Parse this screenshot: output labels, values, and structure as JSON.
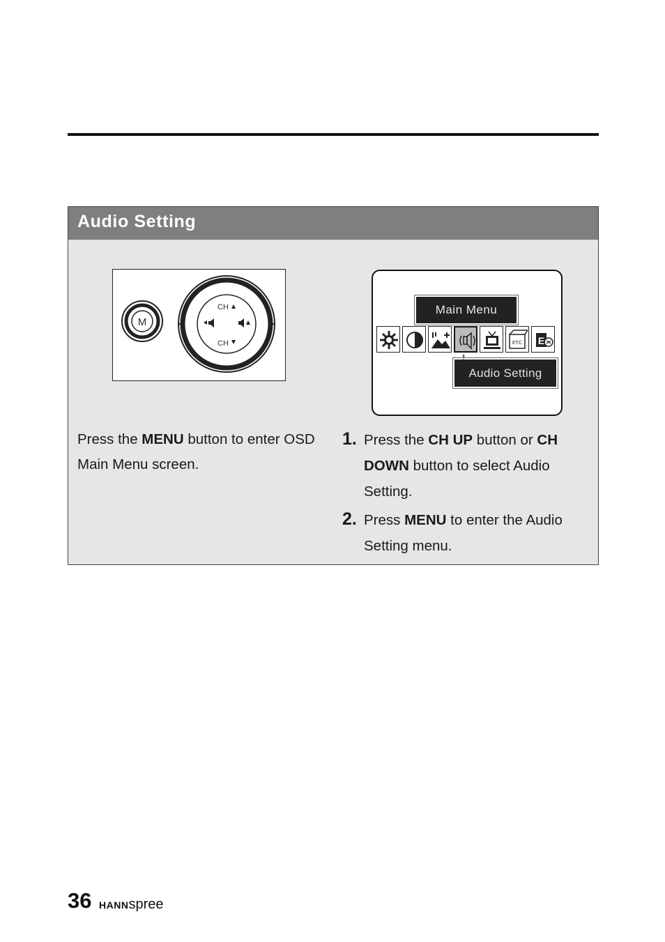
{
  "section": {
    "title": "Audio Setting"
  },
  "remote": {
    "menu_key": "M",
    "ch_up": "CH",
    "ch_down": "CH"
  },
  "osd": {
    "main_menu_title": "Main  Menu",
    "selected_label": "Audio  Setting",
    "icons": [
      "brightness-icon",
      "contrast-icon",
      "picture-icon",
      "audio-icon",
      "tv-icon",
      "etc-icon",
      "language-icon"
    ],
    "etc_text": "ETC"
  },
  "captions": {
    "left": {
      "pre": "Press the ",
      "bold": "MENU",
      "post": " button to enter OSD Main Menu screen."
    },
    "steps": [
      {
        "num": "1.",
        "t1": "Press the ",
        "b1": "CH UP",
        "t2": " button or ",
        "b2": "CH DOWN",
        "t3": " button to select Audio Setting."
      },
      {
        "num": "2.",
        "t1": "Press ",
        "b1": "MENU",
        "t2": " to enter the Audio Setting menu."
      }
    ]
  },
  "footer": {
    "page_number": "36",
    "brand_bold": "HANN",
    "brand_rest": "spree"
  }
}
